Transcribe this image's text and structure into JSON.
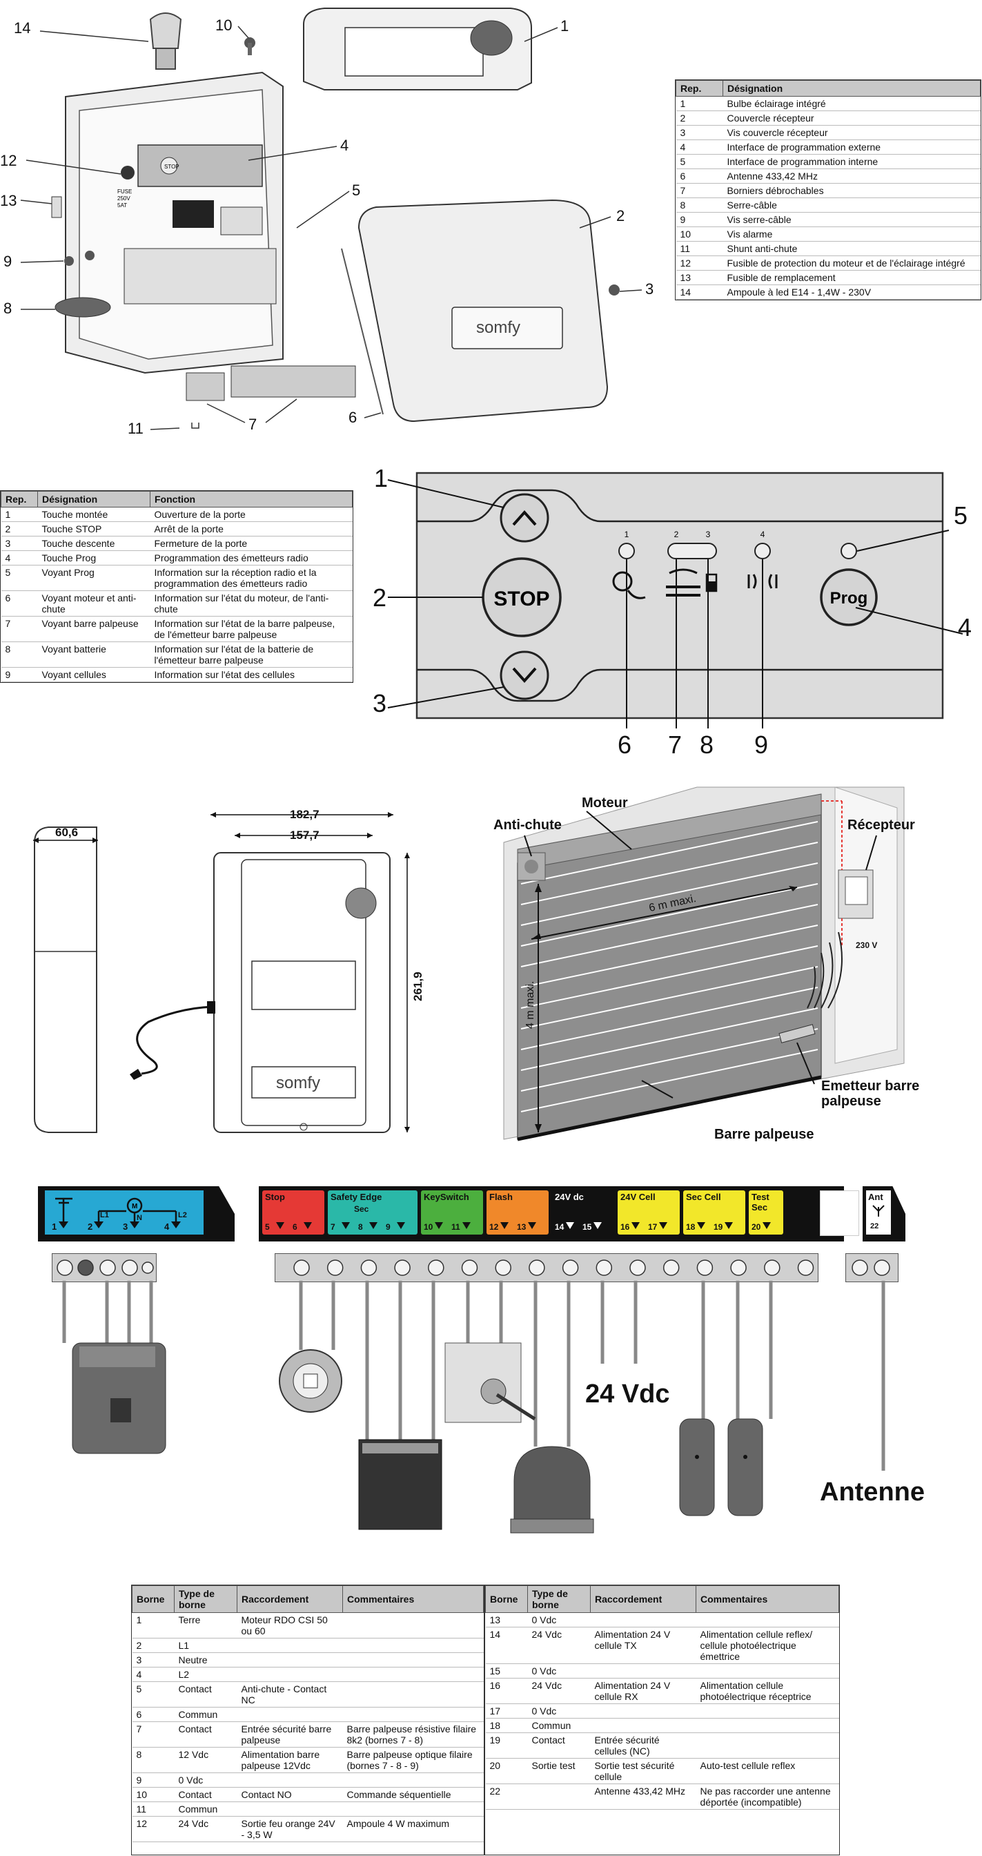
{
  "parts_table": {
    "headers": [
      "Rep.",
      "Désignation"
    ],
    "rows": [
      [
        "1",
        "Bulbe éclairage intégré"
      ],
      [
        "2",
        "Couvercle récepteur"
      ],
      [
        "3",
        "Vis couvercle récepteur"
      ],
      [
        "4",
        "Interface de programmation externe"
      ],
      [
        "5",
        "Interface de programmation interne"
      ],
      [
        "6",
        "Antenne 433,42 MHz"
      ],
      [
        "7",
        "Borniers débrochables"
      ],
      [
        "8",
        "Serre-câble"
      ],
      [
        "9",
        "Vis serre-câble"
      ],
      [
        "10",
        "Vis alarme"
      ],
      [
        "11",
        "Shunt anti-chute"
      ],
      [
        "12",
        "Fusible de protection du moteur et de l'éclairage intégré"
      ],
      [
        "13",
        "Fusible de remplacement"
      ],
      [
        "14",
        "Ampoule à led E14 - 1,4W - 230V"
      ]
    ]
  },
  "exploded_labels": [
    "14",
    "10",
    "1",
    "12",
    "4",
    "13",
    "5",
    "2",
    "9",
    "3",
    "8",
    "6",
    "11",
    "7"
  ],
  "exploded_text": {
    "cover_logo": "somfy",
    "board_labels": [
      "FUSE",
      "250V",
      "5AT"
    ],
    "stop_small": "STOP"
  },
  "functions_table": {
    "headers": [
      "Rep.",
      "Désignation",
      "Fonction"
    ],
    "rows": [
      [
        "1",
        "Touche montée",
        "Ouverture de la porte"
      ],
      [
        "2",
        "Touche STOP",
        "Arrêt de la porte"
      ],
      [
        "3",
        "Touche descente",
        "Fermeture de la porte"
      ],
      [
        "4",
        "Touche Prog",
        "Programmation des émetteurs radio"
      ],
      [
        "5",
        "Voyant Prog",
        "Information sur la réception radio et la programmation des émetteurs radio"
      ],
      [
        "6",
        "Voyant moteur et anti-chute",
        "Information sur l'état du moteur, de l'anti-chute"
      ],
      [
        "7",
        "Voyant barre palpeuse",
        "Information sur l'état de la barre palpeuse, de l'émetteur barre palpeuse"
      ],
      [
        "8",
        "Voyant batterie",
        "Information sur l'état de la batterie de l'émetteur barre palpeuse"
      ],
      [
        "9",
        "Voyant cellules",
        "Information sur l'état des cellules"
      ]
    ]
  },
  "panel": {
    "stop_label": "STOP",
    "prog_label": "Prog",
    "led_numbers": [
      "1",
      "2",
      "3",
      "4"
    ],
    "callouts": [
      "1",
      "2",
      "3",
      "4",
      "5",
      "6",
      "7",
      "8",
      "9"
    ]
  },
  "dimensions": {
    "depth": "60,6",
    "width_outer": "182,7",
    "width_inner": "157,7",
    "height": "261,9",
    "logo": "somfy"
  },
  "installation": {
    "anti_chute": "Anti-chute",
    "moteur": "Moteur",
    "recepteur": "Récepteur",
    "width_max": "6 m maxi.",
    "height_max": "4 m maxi.",
    "voltage": "230 V",
    "emetteur": "Emetteur barre palpeuse",
    "barre": "Barre palpeuse"
  },
  "wiring": {
    "motor_block_numbers": [
      "1",
      "2",
      "3",
      "4"
    ],
    "motor_block_labels": [
      "L1",
      "N",
      "L2"
    ],
    "groups": [
      {
        "label": "Stop",
        "color": "#e53935",
        "numbers": [
          "5",
          "6"
        ]
      },
      {
        "label": "Safety Edge",
        "sub": "Sec",
        "color": "#2ab8a8",
        "numbers": [
          "7",
          "8",
          "9"
        ]
      },
      {
        "label": "KeySwitch",
        "color": "#4caf3e",
        "numbers": [
          "10",
          "11"
        ]
      },
      {
        "label": "Flash",
        "color": "#f0882a",
        "numbers": [
          "12",
          "13"
        ]
      },
      {
        "label": "24V dc",
        "color": "#111111",
        "numbers": [
          "14",
          "15"
        ]
      },
      {
        "label": "24V Cell",
        "color": "#f2e72a",
        "numbers": [
          "16",
          "17"
        ]
      },
      {
        "label": "Sec Cell",
        "color": "#f2e72a",
        "numbers": [
          "18",
          "19"
        ]
      },
      {
        "label": "Test Sec",
        "color": "#f2e72a",
        "numbers": [
          "20"
        ]
      }
    ],
    "ant_label": "Ant",
    "ant_number": "22",
    "vdc_label": "24 Vdc",
    "antenne_label": "Antenne"
  },
  "terminal_table": {
    "headers": [
      "Borne",
      "Type de borne",
      "Raccordement",
      "Commentaires"
    ],
    "left_rows": [
      [
        "1",
        "Terre",
        "Moteur RDO CSI 50 ou 60",
        ""
      ],
      [
        "2",
        "L1",
        "",
        ""
      ],
      [
        "3",
        "Neutre",
        "",
        ""
      ],
      [
        "4",
        "L2",
        "",
        ""
      ],
      [
        "5",
        "Contact",
        "Anti-chute - Contact NC",
        ""
      ],
      [
        "6",
        "Commun",
        "",
        ""
      ],
      [
        "7",
        "Contact",
        "Entrée sécurité barre palpeuse",
        "Barre palpeuse résistive filaire 8k2 (bornes 7 - 8)"
      ],
      [
        "8",
        "12 Vdc",
        "Alimentation barre palpeuse 12Vdc",
        "Barre palpeuse optique filaire (bornes 7 - 8 - 9)"
      ],
      [
        "9",
        "0 Vdc",
        "",
        ""
      ],
      [
        "10",
        "Contact",
        "Contact NO",
        "Commande séquentielle"
      ],
      [
        "11",
        "Commun",
        "",
        ""
      ],
      [
        "12",
        "24 Vdc",
        "Sortie feu orange 24V - 3,5 W",
        "Ampoule 4 W maximum"
      ]
    ],
    "right_rows": [
      [
        "13",
        "0 Vdc",
        "",
        ""
      ],
      [
        "14",
        "24 Vdc",
        "Alimentation 24 V cellule TX",
        "Alimentation cellule reflex/ cellule photoélectrique émettrice"
      ],
      [
        "15",
        "0 Vdc",
        "",
        ""
      ],
      [
        "16",
        "24 Vdc",
        "Alimentation 24 V cellule RX",
        "Alimentation cellule photoélectrique réceptrice"
      ],
      [
        "17",
        "0 Vdc",
        "",
        ""
      ],
      [
        "18",
        "Commun",
        "",
        ""
      ],
      [
        "19",
        "Contact",
        "Entrée sécurité cellules (NC)",
        ""
      ],
      [
        "20",
        "Sortie test",
        "Sortie test sécurité cellule",
        "Auto-test cellule reflex"
      ],
      [
        "22",
        "",
        "Antenne 433,42 MHz",
        "Ne pas raccorder une antenne déportée (incompatible)"
      ]
    ]
  }
}
